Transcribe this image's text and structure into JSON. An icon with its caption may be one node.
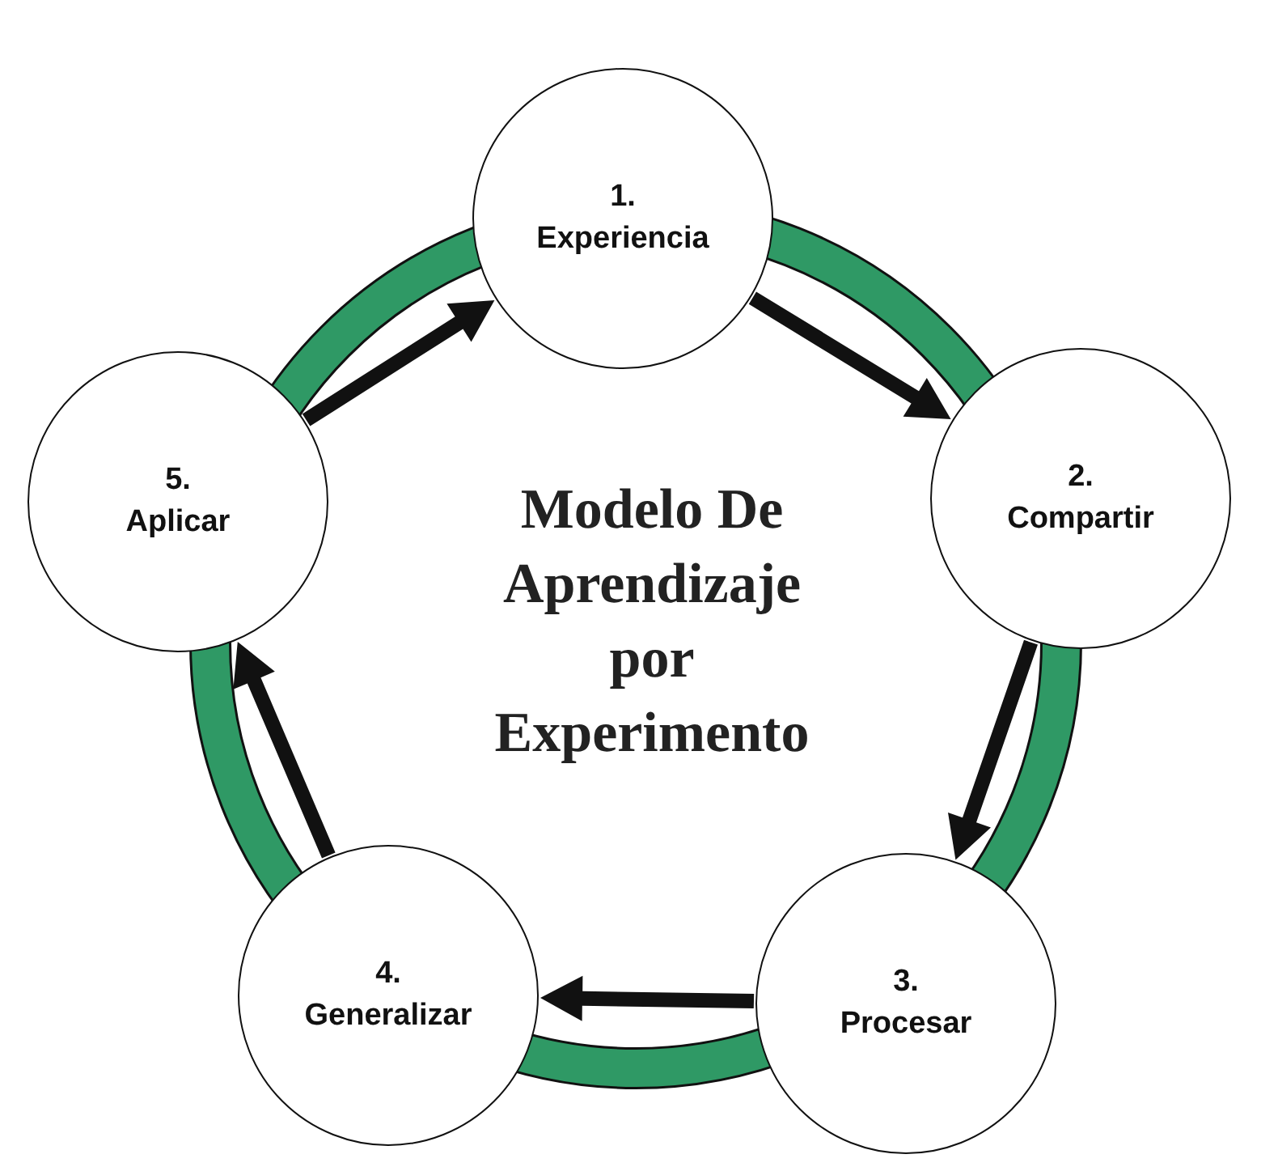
{
  "diagram": {
    "title": "Modelo De Aprendizaje por Experimento",
    "nodes": [
      {
        "text": [
          "1.",
          "Experiencia"
        ]
      },
      {
        "text": [
          "2.",
          "Compartir"
        ]
      },
      {
        "text": [
          "3.",
          "Procesar"
        ]
      },
      {
        "text": [
          "4.",
          "Generalizar"
        ]
      },
      {
        "text": [
          "5.",
          "Aplicar"
        ]
      }
    ],
    "edges": [
      {
        "from": 0,
        "to": 1,
        "arrow": "to"
      },
      {
        "from": 1,
        "to": 2,
        "arrow": "to"
      },
      {
        "from": 2,
        "to": 3,
        "arrow": "to"
      },
      {
        "from": 3,
        "to": 4,
        "arrow": "to"
      },
      {
        "from": 4,
        "to": 0,
        "arrow": "to"
      }
    ]
  }
}
